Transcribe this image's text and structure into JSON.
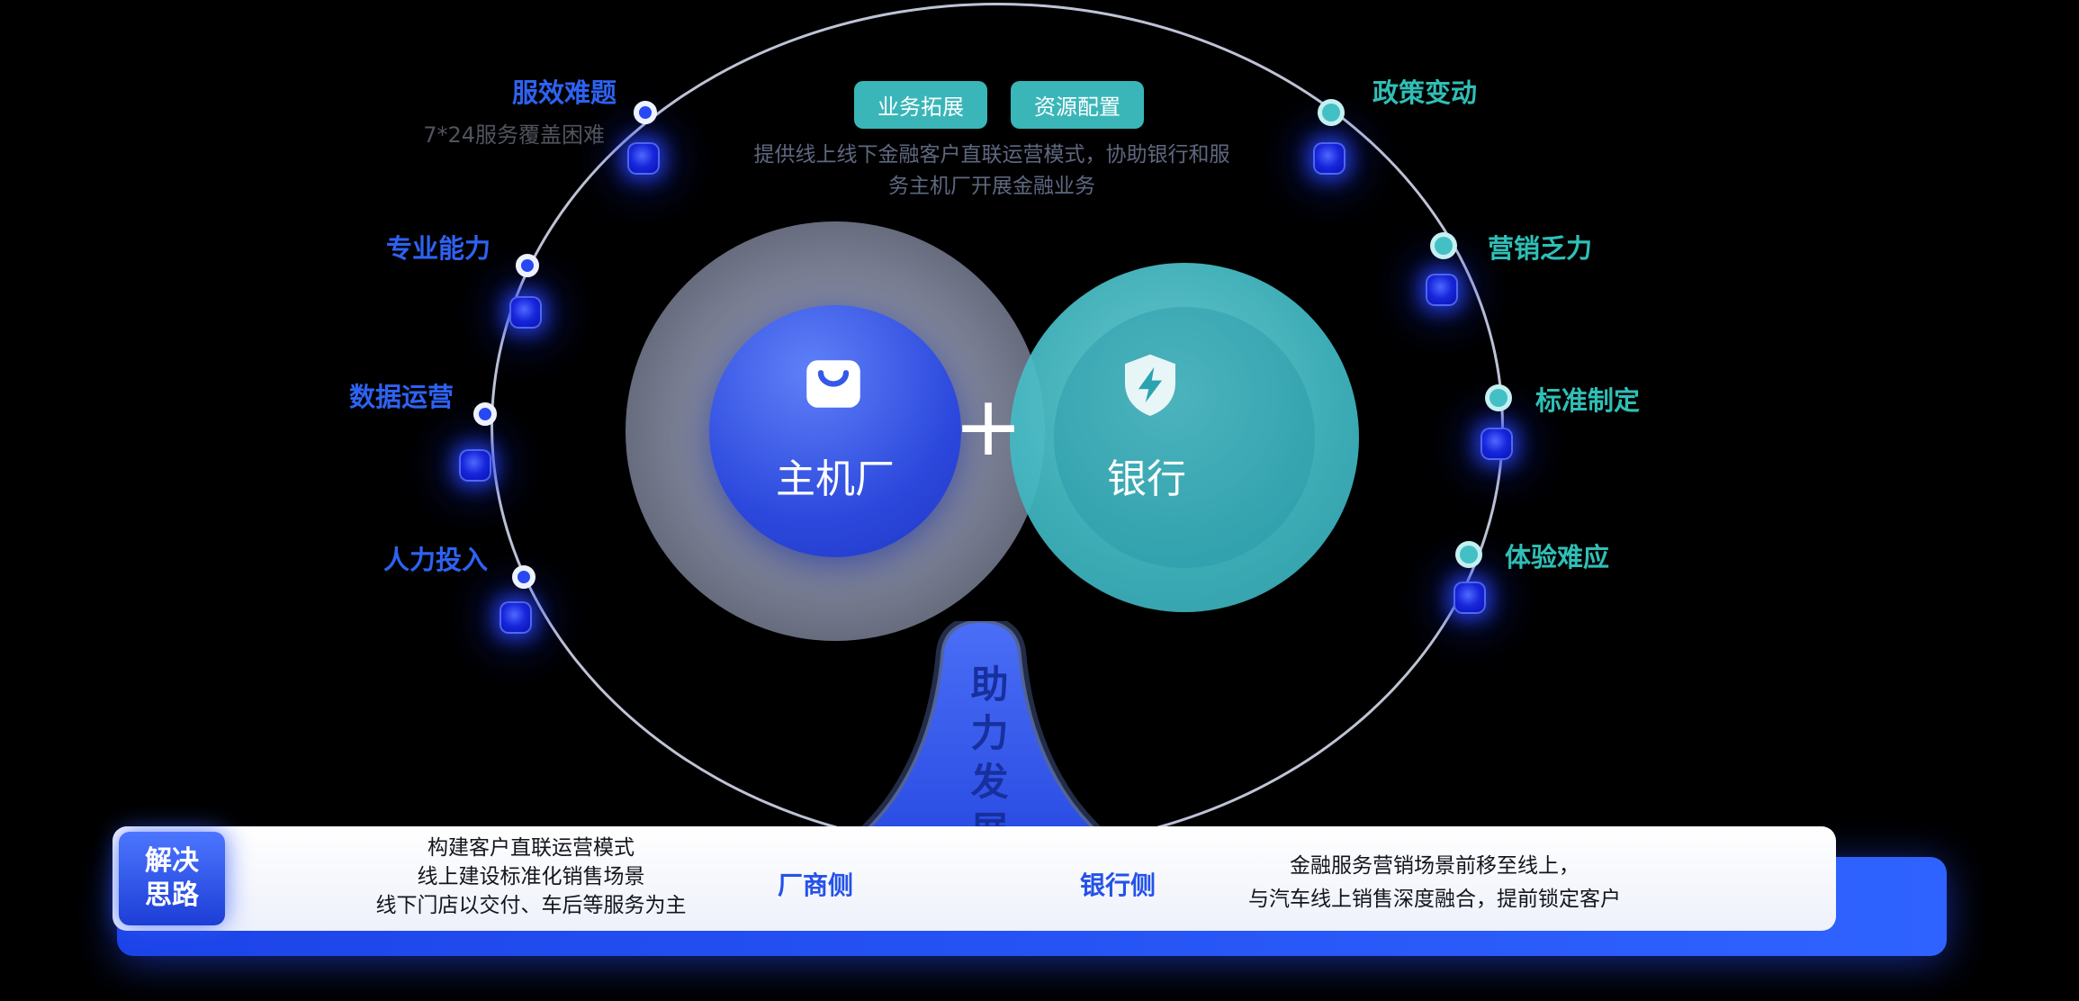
{
  "top_badges": {
    "badge1": "业务拓展",
    "badge2": "资源配置"
  },
  "intro": {
    "line1": "提供线上线下金融客户直联运营模式，协助银行和服",
    "line2": "务主机厂开展金融业务"
  },
  "venn": {
    "left_label": "主机厂",
    "right_label": "银行",
    "plus": "+"
  },
  "left_items": [
    {
      "label": "服效难题",
      "subtitle": "7*24服务覆盖困难"
    },
    {
      "label": "专业能力"
    },
    {
      "label": "数据运营"
    },
    {
      "label": "人力投入"
    }
  ],
  "right_items": [
    {
      "label": "政策变动"
    },
    {
      "label": "营销乏力"
    },
    {
      "label": "标准制定"
    },
    {
      "label": "体验难应"
    }
  ],
  "trunk": {
    "text": "助力发展"
  },
  "solution": {
    "badge_line1": "解决",
    "badge_line2": "思路",
    "manufacturer_lines": [
      "构建客户直联运营模式",
      "线上建设标准化销售场景",
      "线下门店以交付、车后等服务为主"
    ],
    "manufacturer_side": "厂商侧",
    "bank_side": "银行侧",
    "bank_lines": [
      "金融服务营销场景前移至线上，",
      "与汽车线上销售深度融合，提前锁定客户"
    ]
  },
  "colors": {
    "background": "#000000",
    "left_accent": "#2e62f1",
    "right_accent": "#2fbfb7",
    "pill_teal": "#3ab6b8",
    "glow_blue": "#1d2fe0",
    "bar_blue": "#2452e8"
  }
}
